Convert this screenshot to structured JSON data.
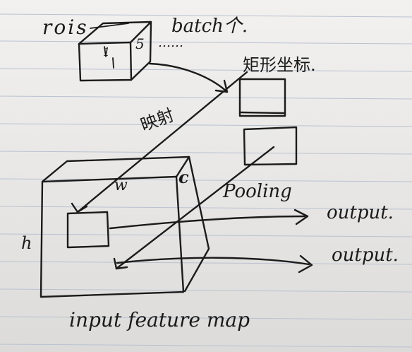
{
  "labels": {
    "rois": "rois",
    "batch": "batch个.",
    "count_5": "5",
    "ellipsis": "……",
    "box_value": "1",
    "rect_coords": "矩形坐标.",
    "mapping": "映射",
    "w": "w",
    "c": "c",
    "h": "h",
    "pooling": "Pooling",
    "output1": "output.",
    "output2": "output.",
    "caption": "input feature map"
  },
  "colors": {
    "ink": "#1b1b1b",
    "paper": "#eceae8",
    "rule": "#b9c2d0"
  }
}
